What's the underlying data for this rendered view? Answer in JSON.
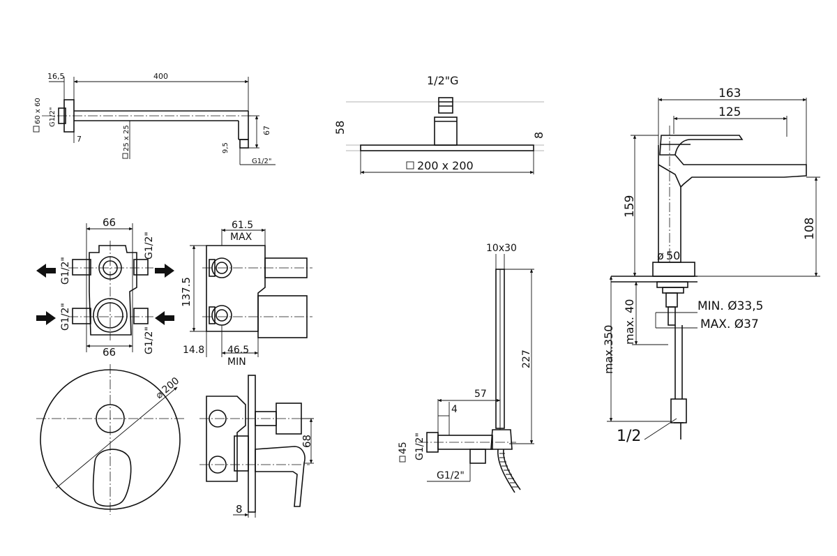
{
  "arm": {
    "dim_depth": "16,5",
    "dim_length": "400",
    "dim_flange": "60 x 60",
    "dim_tube": "25 x 25",
    "dim_flange_thk": "7",
    "dim_end_offset": "9,5",
    "dim_height": "67",
    "thread_inlet": "G1/2\"",
    "thread_outlet": "G1/2\""
  },
  "showerhead": {
    "thread": "1/2\"G",
    "dim_height": "58",
    "dim_plate": "8",
    "dim_size": "200 x 200"
  },
  "valve_body": {
    "dim_width_top": "66",
    "dim_width_bottom": "66",
    "thread_left_top": "G1/2\"",
    "thread_left_bottom": "G1/2\"",
    "thread_right_top": "G1/2\"",
    "thread_right_bottom": "G1/2\"",
    "dim_height": "137.5",
    "dim_max": "61.5",
    "label_max": "MAX",
    "dim_14_8": "14.8",
    "dim_min": "46.5",
    "label_min": "MIN"
  },
  "mixer_plate": {
    "dim_diameter": "200",
    "dim_68": "68",
    "dim_8": "8"
  },
  "hand_shower": {
    "dim_bar": "10x30",
    "dim_227": "227",
    "dim_57": "57",
    "dim_4": "4",
    "dim_45": "45",
    "thread_vertical": "G1/2\"",
    "thread_bottom": "G1/2\""
  },
  "basin_mixer": {
    "dim_163": "163",
    "dim_125": "125",
    "dim_159": "159",
    "dim_108": "108",
    "dim_base": "50",
    "dim_max40": "max. 40",
    "dim_min_hole": "MIN. Ø33,5",
    "dim_max_hole": "MAX. Ø37",
    "dim_max350": "max.350",
    "thread": "1/2"
  }
}
